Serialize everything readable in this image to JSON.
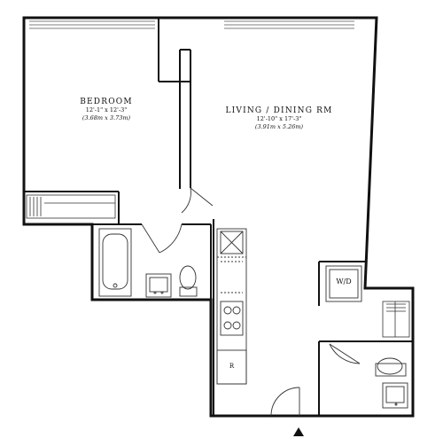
{
  "rooms": {
    "bedroom": {
      "name": "BEDROOM",
      "dims_imperial": "12'-1\" x 12'-3\"",
      "dims_metric": "(3.68m x 3.73m)"
    },
    "living": {
      "name": "LIVING / DINING RM",
      "dims_imperial": "12'-10\" x 17'-3\"",
      "dims_metric": "(3.91m x 5.26m)"
    }
  },
  "fixtures": {
    "washer_dryer": "W/D",
    "refrigerator": "R"
  },
  "colors": {
    "wall": "#111111",
    "line": "#333333",
    "background": "#ffffff"
  },
  "icons": {
    "entry": "entry-arrow-icon"
  }
}
